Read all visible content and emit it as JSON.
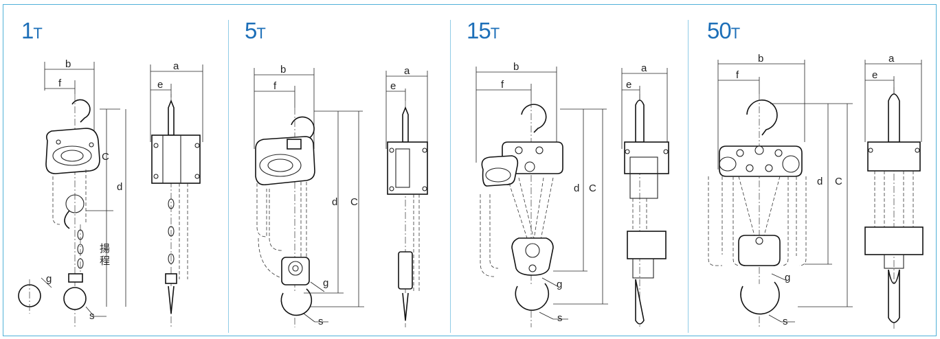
{
  "panels": [
    {
      "capacity": "1",
      "unit": "T",
      "labels": {
        "a": "a",
        "b": "b",
        "c": "C",
        "d": "d",
        "e": "e",
        "f": "f",
        "g": "g",
        "s": "s",
        "lift": "揚程"
      }
    },
    {
      "capacity": "5",
      "unit": "T",
      "labels": {
        "a": "a",
        "b": "b",
        "c": "C",
        "d": "d",
        "e": "e",
        "f": "f",
        "g": "g",
        "s": "s"
      }
    },
    {
      "capacity": "15",
      "unit": "T",
      "labels": {
        "a": "a",
        "b": "b",
        "c": "C",
        "d": "d",
        "e": "e",
        "f": "f",
        "g": "g",
        "s": "s"
      }
    },
    {
      "capacity": "50",
      "unit": "T",
      "labels": {
        "a": "a",
        "b": "b",
        "c": "C",
        "d": "d",
        "e": "e",
        "f": "f",
        "g": "g",
        "s": "s"
      }
    }
  ],
  "colors": {
    "frame": "#4fb0d8",
    "title": "#1d6fb8",
    "line": "#222222"
  }
}
